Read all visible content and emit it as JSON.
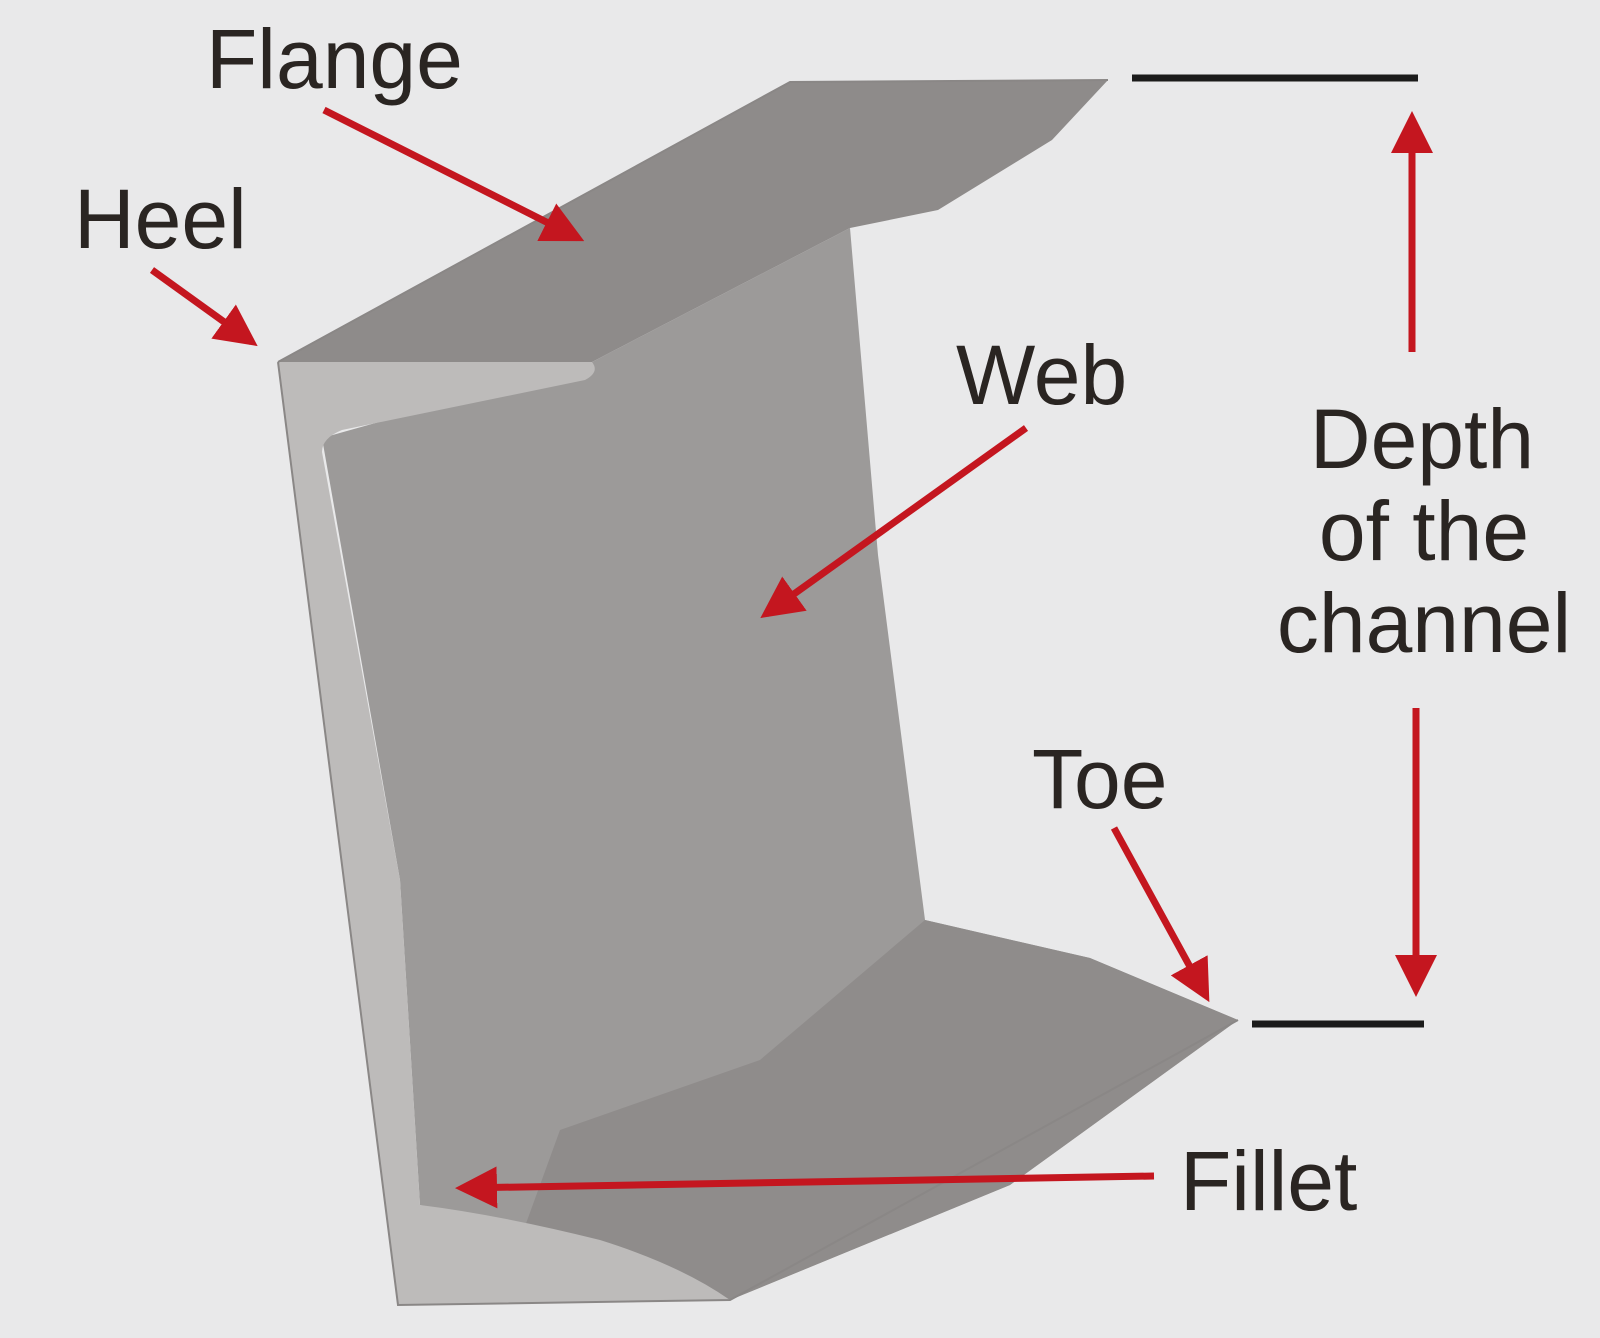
{
  "labels": {
    "flange": "Flange",
    "heel": "Heel",
    "web": "Web",
    "toe": "Toe",
    "fillet": "Fillet",
    "depth_line1": "Depth",
    "depth_line2": "of the",
    "depth_line3": "channel"
  },
  "colors": {
    "background": "#e9e9ea",
    "arrow": "#c4161f",
    "label_text": "#2a2522",
    "dimension_line": "#1b1b1b",
    "flange_face": "#8e8b8a",
    "web_face": "#9c9a99",
    "edge_face": "#bdbbba"
  }
}
